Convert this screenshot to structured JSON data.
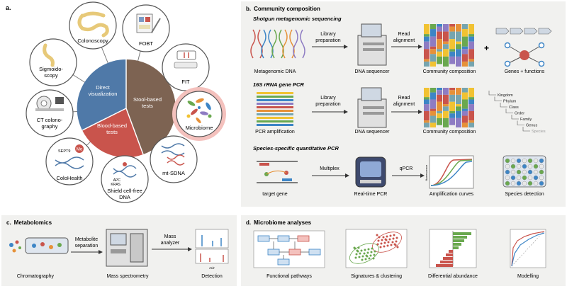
{
  "panel_a": {
    "label": "a.",
    "pie": {
      "direct_visualization": "Direct visualization",
      "stool_based_tests": "Stool-based tests",
      "blood_based_tests": "Blood-based tests"
    },
    "outer": {
      "colonoscopy": "Colonoscopy",
      "fobt": "FOBT",
      "fit": "FIT",
      "microbiome": "Microbiome",
      "mt_sdna": "mt-SDNA",
      "shield": [
        "Shield cell-free",
        "DNA"
      ],
      "colohealth": "ColoHealth",
      "ct": [
        "CT colono-",
        "graphy"
      ],
      "sigmoidoscopy": [
        "Sigmoido-",
        "scopy"
      ]
    },
    "inset": {
      "septin": "SEPT9",
      "me": "Me",
      "apc": "APC",
      "kras": "KRAS"
    }
  },
  "panel_b": {
    "label": "b.",
    "title": "Community composition",
    "row1": {
      "title": "Shotgun metagenomic sequencing",
      "step1": [
        "Library",
        "preparation"
      ],
      "step2": [
        "Read",
        "alignment"
      ],
      "plus": "+",
      "cap1": "Metagenomic DNA",
      "cap2": "DNA sequencer",
      "cap3": "Community composition",
      "cap4": "Genes + functions"
    },
    "row2": {
      "title": "16S rRNA gene PCR",
      "step1": [
        "Library",
        "preparation"
      ],
      "step2": [
        "Read",
        "alignment"
      ],
      "cap1": "PCR amplification",
      "cap2": "DNA sequencer",
      "cap3": "Community composition",
      "taxonomy": [
        "Kingdom",
        "Phylum",
        "Class",
        "Order",
        "Family",
        "Genus",
        "Species"
      ]
    },
    "row3": {
      "title": "Species-specific quantitative PCR",
      "step1": "Multiplex",
      "step2": "qPCR",
      "cap1": "target gene",
      "cap2": "Real-time PCR",
      "cap3": "Amplification curves",
      "cap4": "Species detection",
      "fluor": "fluorescence"
    }
  },
  "panel_c": {
    "label": "c.",
    "title": "Metabolomics",
    "step1": [
      "Metabolite",
      "separation"
    ],
    "step2": [
      "Mass",
      "analyzer"
    ],
    "cap1": "Chromatography",
    "cap2": "Mass spectrometry",
    "cap3": "Detection",
    "mz": "m/z"
  },
  "panel_d": {
    "label": "d.",
    "title": "Microbiome analyses",
    "cap1": "Functional pathways",
    "cap2": "Signatures & clustering",
    "cap3": "Differential abundance",
    "cap4": "Modelling"
  }
}
